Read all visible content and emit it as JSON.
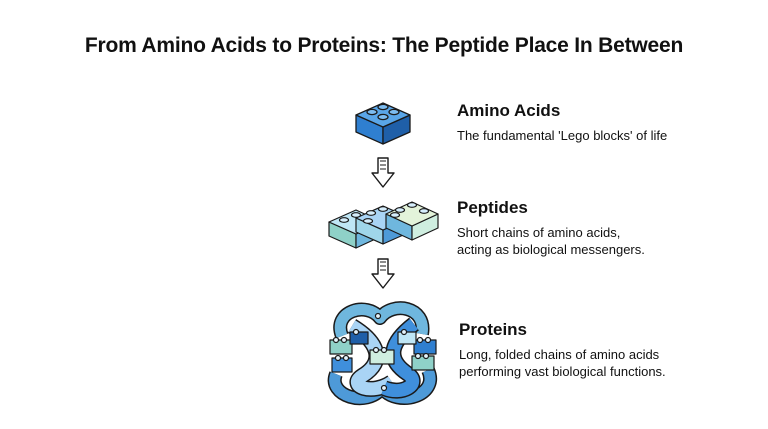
{
  "title": "From Amino Acids to Proteins: The Peptide Place In Between",
  "stages": [
    {
      "heading": "Amino Acids",
      "description_lines": [
        "The fundamental 'Lego blocks' of life"
      ],
      "icon": "single-lego-brick-icon"
    },
    {
      "heading": "Peptides",
      "description_lines": [
        "Short chains of amino acids,",
        "acting as biological messengers."
      ],
      "icon": "lego-chain-icon"
    },
    {
      "heading": "Proteins",
      "description_lines": [
        "Long, folded chains of amino acids",
        "performing vast biological functions."
      ],
      "icon": "folded-lego-structure-icon"
    }
  ],
  "colors": {
    "blue": "#3f8fdc",
    "dark_blue": "#1f5fa8",
    "light_blue": "#a9d4f5",
    "teal": "#8fd1c8",
    "mint": "#cfeee0",
    "outline": "#1a1a1a"
  }
}
